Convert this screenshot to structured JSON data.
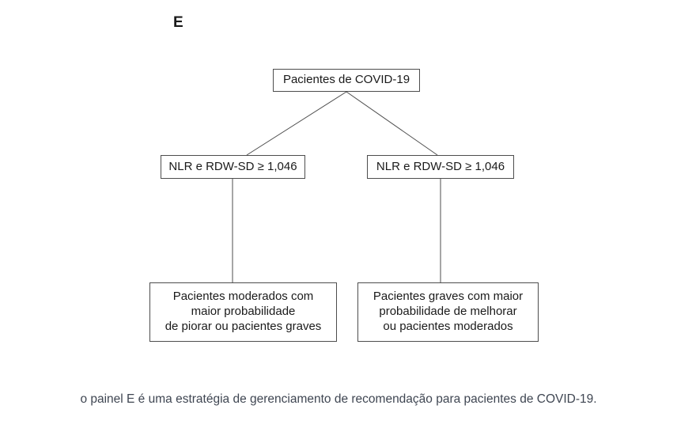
{
  "panel_label": "E",
  "diagram": {
    "root": "Pacientes de COVID-19",
    "left_branch": "NLR e RDW-SD ≥ 1,046",
    "right_branch": "NLR e RDW-SD ≥ 1,046",
    "left_leaf": [
      "Pacientes moderados com",
      "maior probabilidade",
      "de piorar ou pacientes graves"
    ],
    "right_leaf": [
      "Pacientes graves com maior",
      "probabilidade de melhorar",
      "ou pacientes moderados"
    ]
  },
  "caption": "o painel E é uma estratégia de gerenciamento de recomendação para pacientes de COVID-19.",
  "colors": {
    "line": "#4d4d4d",
    "box_border": "#4d4d4d",
    "text": "#1a1a1a",
    "caption_text": "#3f4652"
  }
}
